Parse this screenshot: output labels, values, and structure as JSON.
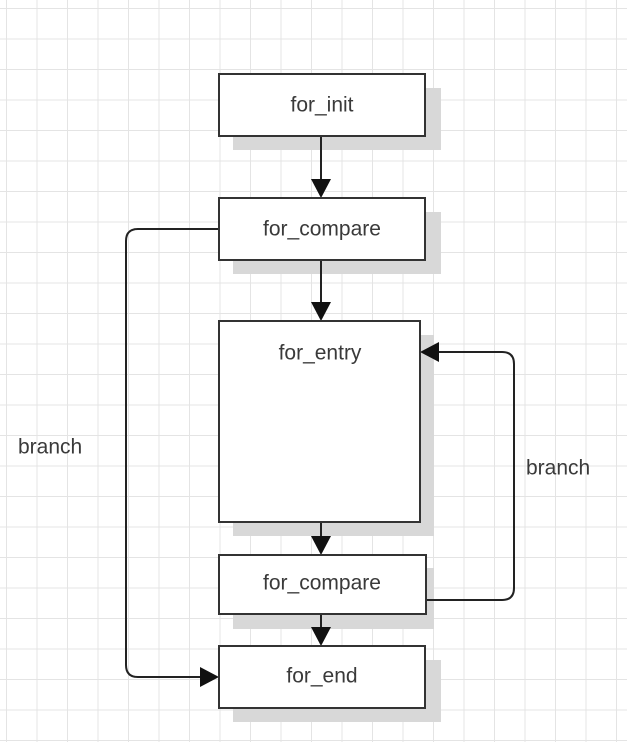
{
  "nodes": {
    "for_init": "for_init",
    "for_compare_top": "for_compare",
    "for_entry": "for_entry",
    "for_compare_bottom": "for_compare",
    "for_end": "for_end"
  },
  "edge_labels": {
    "left_branch": "branch",
    "right_branch": "branch"
  }
}
